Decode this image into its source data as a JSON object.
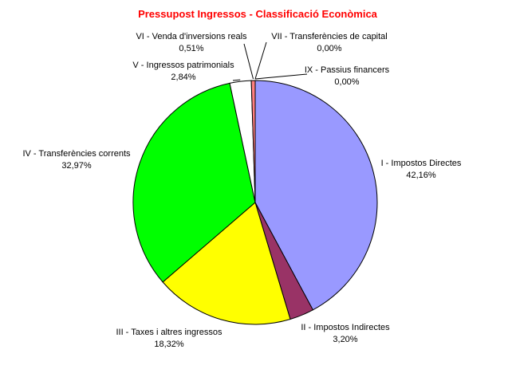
{
  "chart_data": {
    "type": "pie",
    "title": "Pressupost Ingressos - Classificació Econòmica",
    "title_color": "#ff0000",
    "slices": [
      {
        "name": "I - Impostos Directes",
        "value": 42.16,
        "label": "42,16%",
        "color": "#9999ff"
      },
      {
        "name": "II - Impostos Indirectes",
        "value": 3.2,
        "label": "3,20%",
        "color": "#993366"
      },
      {
        "name": "III - Taxes i altres ingressos",
        "value": 18.32,
        "label": "18,32%",
        "color": "#ffff00"
      },
      {
        "name": "IV - Transferències corrents",
        "value": 32.97,
        "label": "32,97%",
        "color": "#00ff00"
      },
      {
        "name": "V - Ingressos patrimonials",
        "value": 2.84,
        "label": "2,84%",
        "color": "#ffffff"
      },
      {
        "name": "VI - Venda d'inversions reals",
        "value": 0.51,
        "label": "0,51%",
        "color": "#ff8080"
      },
      {
        "name": "VII - Transferències de capital",
        "value": 0.0,
        "label": "0,00%",
        "color": "#000080"
      },
      {
        "name": "IX - Passius financers",
        "value": 0.0,
        "label": "0,00%",
        "color": "#ff00ff"
      }
    ]
  }
}
